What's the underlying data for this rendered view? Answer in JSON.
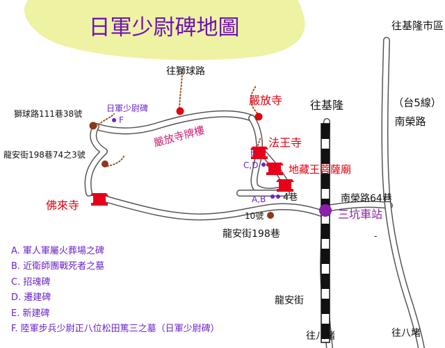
{
  "title": "日軍少尉碑地圖",
  "colors": {
    "title_bg": "#eef2a3",
    "title_text": "#6e12b8",
    "road": "#555555",
    "road_fill": "#ffffff",
    "rail_dark": "#111111",
    "rail_light": "#ffffff",
    "temple": "#e8001a",
    "spot_red": "#e0000e",
    "spot_brown": "#8a3a1a",
    "marker_purple": "#6a23c8",
    "station": "#8b1fa9",
    "dotted_path": "#a0521c",
    "pink_label": "#cc2277",
    "legend_text": "#6a23c8"
  },
  "labels": {
    "keelung_city": "往基隆市區",
    "shiqiu_road": "往獅球路",
    "yanfang_temple": "嚴放寺",
    "to_keelung": "往基隆",
    "route5": "（台5線）",
    "nanrong_road": "南榮路",
    "shiqiu_111": "獅球路111巷38號",
    "japanese_monument": "日軍少尉碑",
    "marker_f": "F",
    "yanfang_arch": "嚴放寺牌樓",
    "longan_198_74": "龍安街198巷74之3號",
    "fawang_temple": "法王寺",
    "marker_e": "E",
    "marker_cd": "C,D",
    "dizang_temple": "地藏王菩薩廟",
    "nanrong_64": "南榮路64巷",
    "marker_ab": "A,B",
    "lane4": "4巷",
    "sankeng_station": "三坑車站",
    "folai_temple": "佛來寺",
    "no10": "10號",
    "longan_198": "龍安街198巷",
    "longan_street": "龍安街",
    "to_badu_1": "往八堵",
    "to_badu_2": "往八堵",
    "dash": "-"
  },
  "legend": [
    "A. 軍人軍屬火葬場之碑",
    "B. 近衛師團戰死者之墓",
    "C. 招魂碑",
    "D. 遷建碑",
    "E.  新建碑",
    "F. 陸軍步兵少尉正八位松田篤三之墓（日軍少尉碑）"
  ]
}
